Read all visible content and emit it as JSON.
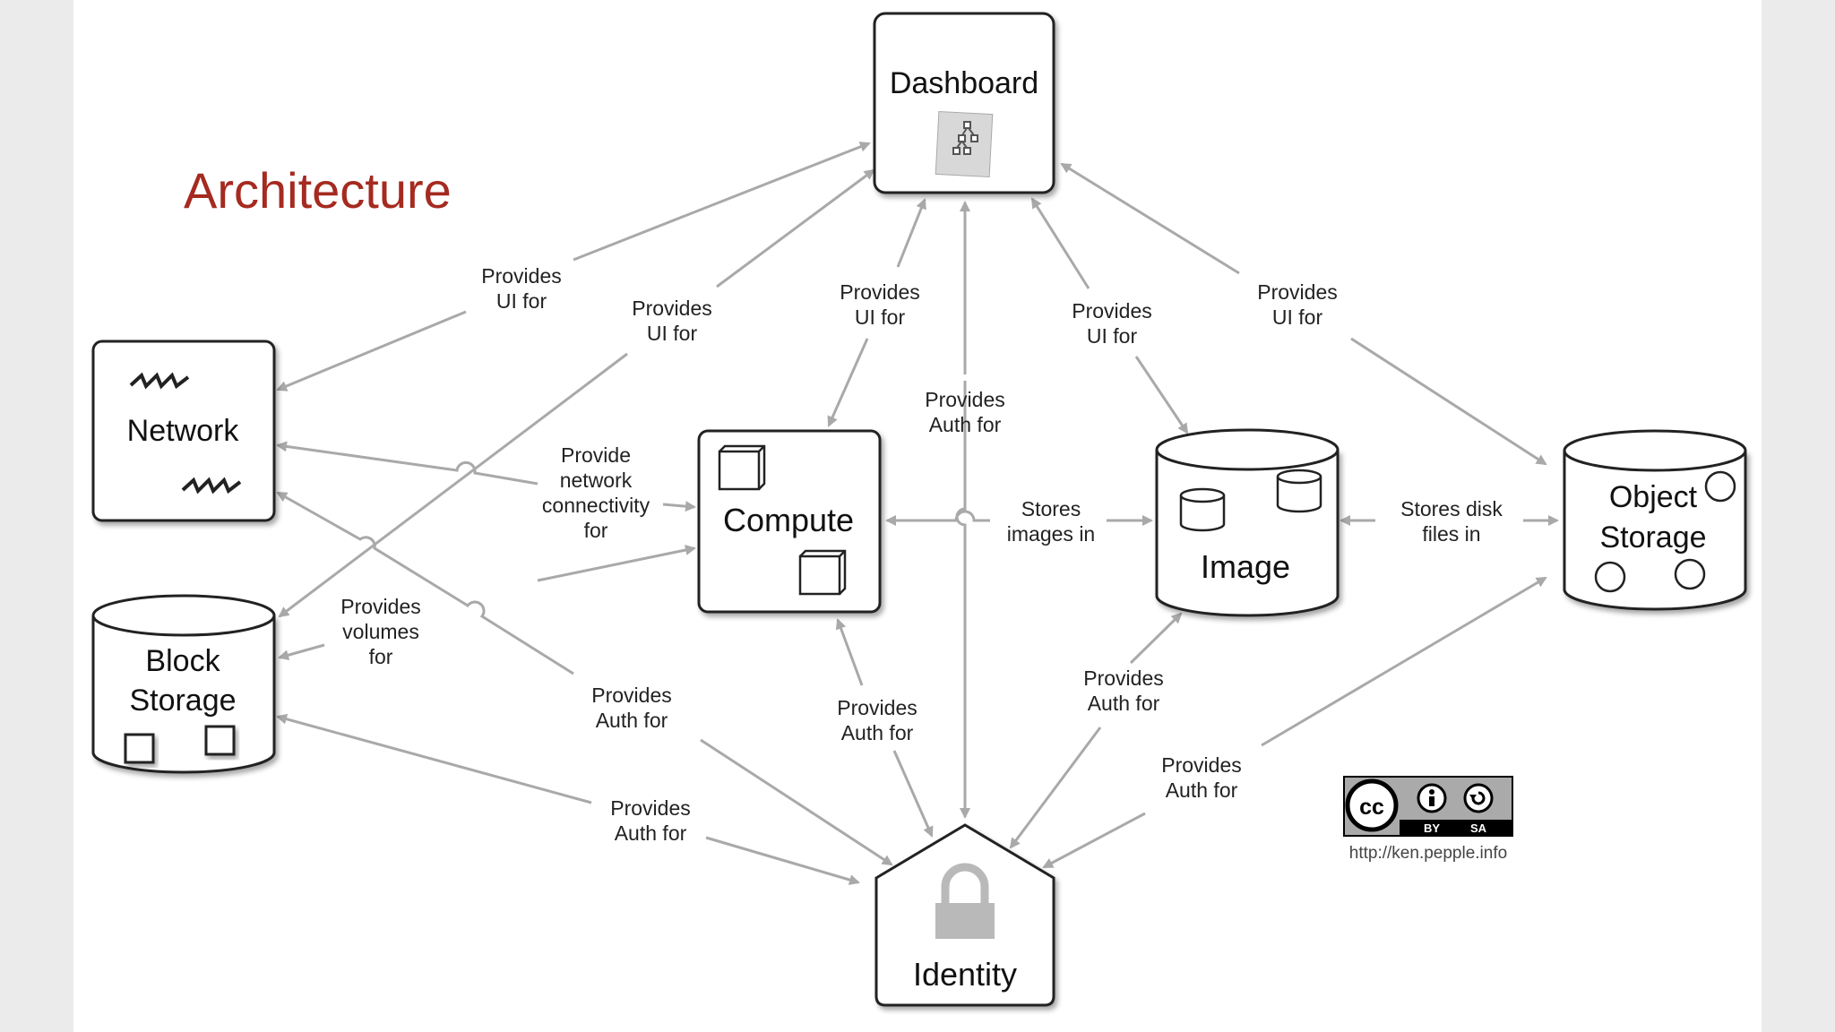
{
  "title": "Architecture",
  "nodes": {
    "dashboard": "Dashboard",
    "network": "Network",
    "compute": "Compute",
    "image": "Image",
    "object_storage": [
      "Object",
      "Storage"
    ],
    "block_storage": [
      "Block",
      "Storage"
    ],
    "identity": "Identity"
  },
  "edges": {
    "dash_network": [
      "Provides",
      "UI for"
    ],
    "dash_block": [
      "Provides",
      "UI for"
    ],
    "dash_compute": [
      "Provides",
      "UI for"
    ],
    "dash_identity": [
      "Provides",
      "Auth for"
    ],
    "dash_image": [
      "Provides",
      "UI for"
    ],
    "dash_object": [
      "Provides",
      "UI for"
    ],
    "network_compute": [
      "Provide",
      "network",
      "connectivity",
      "for"
    ],
    "compute_block": [
      "Provides",
      "volumes",
      "for"
    ],
    "compute_image": [
      "Stores",
      "images in"
    ],
    "image_object": [
      "Stores disk",
      "files in"
    ],
    "network_identity": [
      "Provides",
      "Auth for"
    ],
    "compute_identity": [
      "Provides",
      "Auth for"
    ],
    "image_identity": [
      "Provides",
      "Auth for"
    ],
    "block_identity": [
      "Provides",
      "Auth for"
    ],
    "object_identity": [
      "Provides",
      "Auth for"
    ]
  },
  "license": {
    "badge_labels": [
      "BY",
      "SA"
    ],
    "url": "http://ken.pepple.info"
  },
  "colors": {
    "title": "#a52a20",
    "arrow": "#a9a9a9",
    "node_stroke": "#222222"
  }
}
